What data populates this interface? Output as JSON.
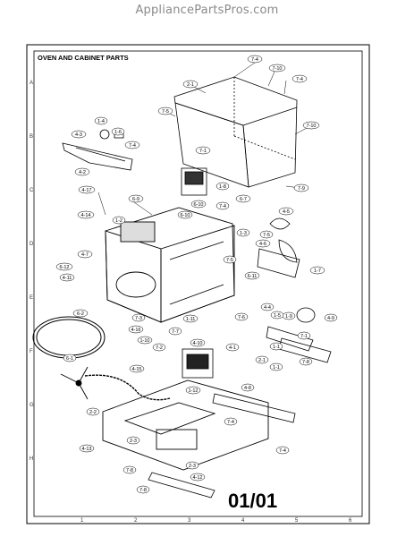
{
  "watermark": "AppliancePartsPros.com",
  "title": "OVEN AND CABINET PARTS",
  "page_number": "01/01",
  "grid_letters": [
    "A",
    "B",
    "C",
    "D",
    "E",
    "F",
    "G",
    "H"
  ],
  "grid_numbers": [
    "1",
    "2",
    "3",
    "4",
    "5",
    "6"
  ],
  "callouts": [
    "7-4",
    "7-10",
    "2-1",
    "7-4",
    "7-5",
    "7-10",
    "1-4",
    "4-3",
    "1-6",
    "7-4",
    "4-2",
    "7-1",
    "1-8",
    "7-9",
    "4-17",
    "6-9",
    "6-7",
    "4-5",
    "4-14",
    "1-2",
    "6-10",
    "6-10",
    "7-4",
    "1-3",
    "7-5",
    "4-7",
    "4-6",
    "6-12",
    "4-11",
    "7-5",
    "6-11",
    "1-7",
    "6-2",
    "1-11",
    "7-6",
    "1-9",
    "4-4",
    "1-5",
    "4-9",
    "7-3",
    "4-16",
    "1-10",
    "7-7",
    "7-2",
    "4-10",
    "4-1",
    "1-1",
    "7-1",
    "6-1",
    "2-1",
    "1-1",
    "4-15",
    "7-8",
    "1-12",
    "4-8",
    "2-2",
    "7-4",
    "2-3",
    "4-13",
    "7-8",
    "2-3",
    "4-12",
    "7-8",
    "7-4"
  ]
}
